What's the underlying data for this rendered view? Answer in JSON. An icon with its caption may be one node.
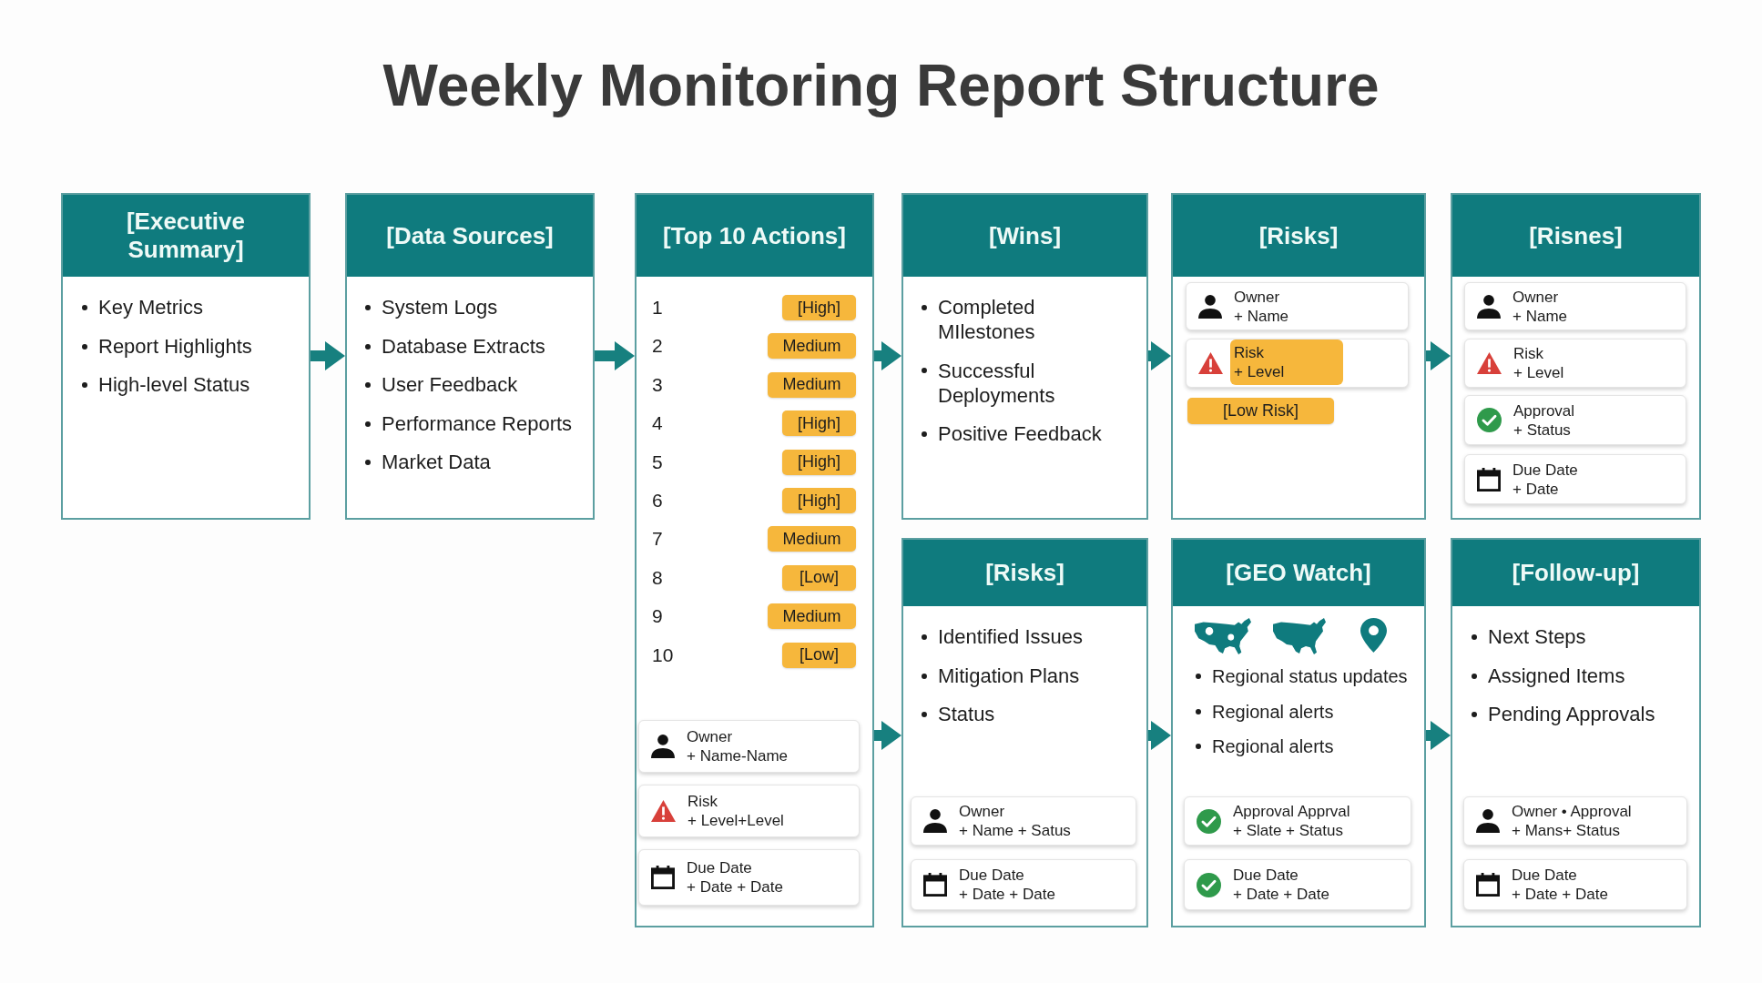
{
  "diagram": {
    "title": "Weekly Monitoring Report Structure",
    "nodes": [
      {
        "text": [
          "[Executive Summary]",
          "Key Metrics",
          "Report Highlights",
          "High-level Status"
        ]
      },
      {
        "text": [
          "[Data Sources]",
          "System Logs",
          "Database Extracts",
          "User Feedback",
          "Performance Reports",
          "Market Data"
        ]
      },
      {
        "text": [
          "[Top 10 Actions]",
          "1",
          "2",
          "3",
          "4",
          "5",
          "6",
          "7",
          "8",
          "9",
          "10"
        ]
      },
      {
        "text": [
          "[High]"
        ],
        "in": 2
      },
      {
        "text": [
          "Medium"
        ],
        "in": 2
      },
      {
        "text": [
          "Medium"
        ],
        "in": 2
      },
      {
        "text": [
          "[High]"
        ],
        "in": 2
      },
      {
        "text": [
          "[High]"
        ],
        "in": 2
      },
      {
        "text": [
          "[High]"
        ],
        "in": 2
      },
      {
        "text": [
          "Medium"
        ],
        "in": 2
      },
      {
        "text": [
          "[Low]"
        ],
        "in": 2
      },
      {
        "text": [
          "Medium"
        ],
        "in": 2
      },
      {
        "text": [
          "[Low]"
        ],
        "in": 2
      },
      {
        "text": [
          "Owner",
          "+ Name-Name"
        ],
        "in": 2
      },
      {
        "text": [
          "Risk",
          "+ Level+Level"
        ],
        "in": 2
      },
      {
        "text": [
          "Due Date",
          "+ Date + Date"
        ],
        "in": 2
      },
      {
        "text": [
          "[Wins]",
          "Completed MIlestones",
          "Successful Deployments",
          "Positive Feedback"
        ]
      },
      {
        "text": [
          "[Risks]"
        ]
      },
      {
        "text": [
          "Owner",
          "+ Name"
        ],
        "in": 17
      },
      {
        "text": [],
        "shape": "box",
        "in": 17
      },
      {
        "text": [
          "Risk",
          "+ Level"
        ],
        "in": 19
      },
      {
        "text": [
          "[Low Risk]"
        ],
        "in": 17
      },
      {
        "text": [
          "[Risnes]"
        ]
      },
      {
        "text": [
          "Owner",
          "+ Name"
        ],
        "in": 22
      },
      {
        "text": [
          "Risk",
          "+ Level"
        ],
        "in": 22
      },
      {
        "text": [
          "Approval",
          "+ Status"
        ],
        "in": 22
      },
      {
        "text": [
          "Due Date",
          "+ Date"
        ],
        "in": 22
      },
      {
        "text": [
          "[Risks]",
          "Identified Issues",
          "Mitigation Plans",
          "Status"
        ]
      },
      {
        "text": [
          "Owner",
          "+ Name + Satus"
        ],
        "in": 27
      },
      {
        "text": [
          "Due Date",
          "+ Date + Date"
        ],
        "in": 27
      },
      {
        "text": [
          "[GEO Watch]",
          "Regional status updates",
          "Regional alerts",
          "Regional alerts"
        ]
      },
      {
        "text": [
          "Approval Apprval",
          "+ Slate + Status"
        ],
        "in": 30
      },
      {
        "text": [
          "Due Date",
          "+ Date + Date"
        ],
        "in": 30
      },
      {
        "text": [
          "[Follow-up]",
          "Next Steps",
          "Assigned Items",
          "Pending Approvals"
        ]
      },
      {
        "text": [
          "Owner • Approval",
          "+ Mans+ Status"
        ],
        "in": 33
      },
      {
        "text": [
          "Due Date",
          "+ Date + Date"
        ],
        "in": 33
      }
    ],
    "edges": [
      {
        "from": 0,
        "to": 1,
        "arrow": "to"
      },
      {
        "from": 1,
        "to": 2,
        "arrow": "to"
      },
      {
        "from": 2,
        "to": 16,
        "arrow": "to"
      },
      {
        "from": 16,
        "to": 17,
        "arrow": "to"
      },
      {
        "from": 17,
        "to": 22,
        "arrow": "to"
      },
      {
        "from": 2,
        "to": 27,
        "arrow": "to"
      },
      {
        "from": 27,
        "to": 30,
        "arrow": "to"
      },
      {
        "from": 30,
        "to": 33,
        "arrow": "to"
      }
    ]
  }
}
